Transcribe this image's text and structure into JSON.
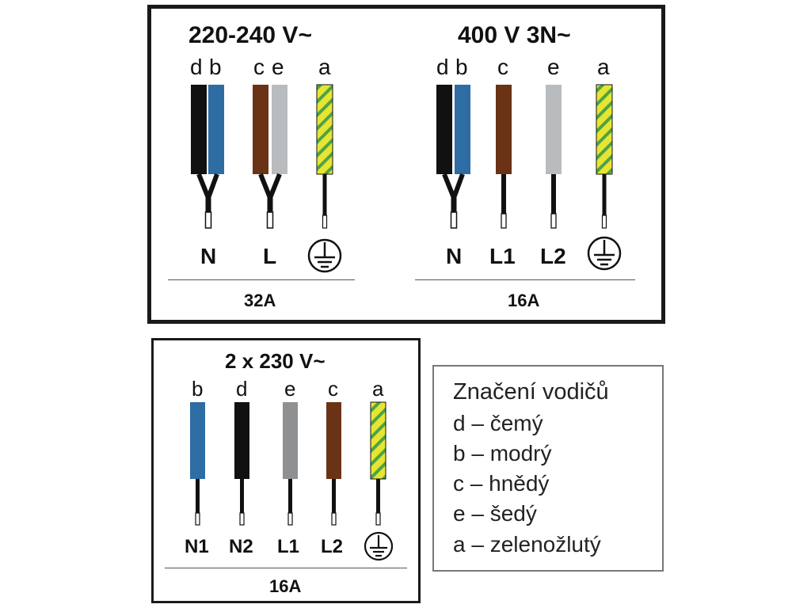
{
  "colors": {
    "black": "#111111",
    "blue": "#2e6da4",
    "brown": "#6b3316",
    "grey_light": "#b9bcbe",
    "grey": "#8e9092",
    "green_yellow_a": "#e7e531",
    "green_yellow_b": "#4ea346"
  },
  "configs": [
    {
      "voltage": "220-240 V~",
      "letters": [
        "d",
        "b",
        "c",
        "e",
        "a"
      ],
      "terminals": [
        "N",
        "L"
      ],
      "current": "32A",
      "earth_icon": "earth-symbol-icon"
    },
    {
      "voltage": "400 V 3N~",
      "letters": [
        "d",
        "b",
        "c",
        "e",
        "a"
      ],
      "terminals": [
        "N",
        "L1",
        "L2"
      ],
      "current": "16A",
      "earth_icon": "earth-symbol-icon"
    },
    {
      "voltage": "2 x 230 V~",
      "letters": [
        "b",
        "d",
        "e",
        "c",
        "a"
      ],
      "terminals": [
        "N1",
        "N2",
        "L1",
        "L2"
      ],
      "current": "16A",
      "earth_icon": "earth-symbol-icon"
    }
  ],
  "legend": {
    "title": "Značení vodičů",
    "items": [
      "d – čemý",
      "b – modrý",
      "c – hnědý",
      "e – šedý",
      "a – zelenožlutý"
    ]
  }
}
